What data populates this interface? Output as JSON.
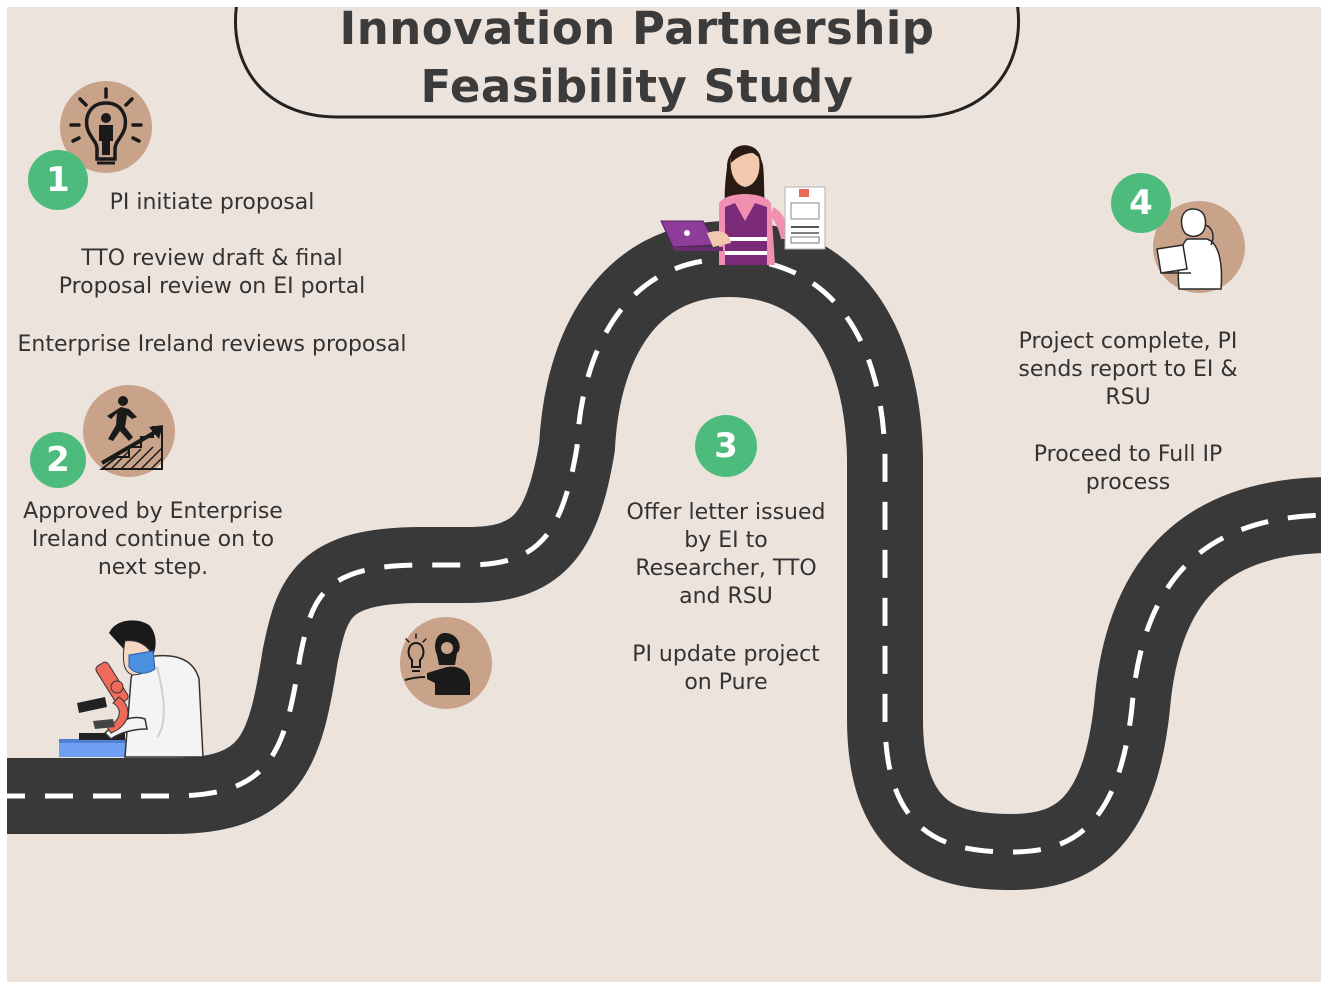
{
  "title": {
    "line1": "Innovation Partnership",
    "line2": "Feasibility Study"
  },
  "colors": {
    "background": "#ece3dc",
    "road": "#393939",
    "road_dash": "#ffffff",
    "step_badge": "#4dbb7b",
    "icon_circle": "#c9a28a"
  },
  "steps": [
    {
      "number": "1",
      "icon": "lightbulb-person-icon",
      "texts": [
        "PI initiate proposal",
        "TTO review draft & final\nProposal review on EI portal",
        "Enterprise Ireland reviews proposal"
      ]
    },
    {
      "number": "2",
      "icon": "climbing-stairs-icon",
      "texts": [
        "Approved by Enterprise\nIreland continue on to\nnext step."
      ]
    },
    {
      "number": "3",
      "icon": "idea-presenter-icon",
      "texts": [
        "Offer letter issued\nby EI to\nResearcher, TTO\nand RSU",
        "PI update project\non Pure"
      ]
    },
    {
      "number": "4",
      "icon": "woman-with-laptop-icon",
      "texts": [
        "Project complete, PI\nsends report to EI &\nRSU",
        "Proceed to Full IP\nprocess"
      ]
    }
  ],
  "illustrations": [
    "scientist-microscope-illustration",
    "businesswoman-laptop-illustration"
  ]
}
